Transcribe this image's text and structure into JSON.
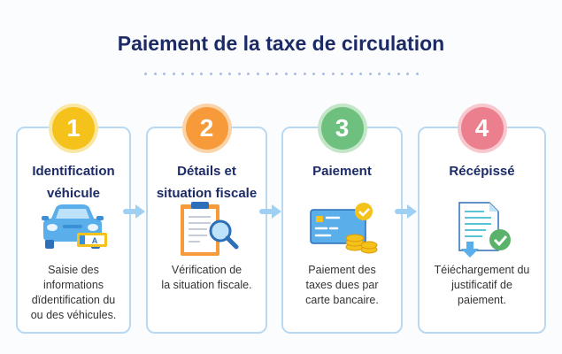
{
  "title": "Paiement de la taxe de circulation",
  "steps": [
    {
      "number": "1",
      "title_lines": [
        "Identification",
        "véhicule"
      ],
      "desc_lines": [
        "Saisie des",
        "informations",
        "dïdentification du",
        "ou des véhicules."
      ],
      "color": "#f4c21a",
      "icon": "car-plate-icon"
    },
    {
      "number": "2",
      "title_lines": [
        "Détails et",
        "situation fiscale"
      ],
      "desc_lines": [
        "Vérification de",
        "la situation fiscale."
      ],
      "color": "#f79a3a",
      "icon": "clipboard-search-icon"
    },
    {
      "number": "3",
      "title_lines": [
        "Paiement"
      ],
      "desc_lines": [
        "Paiement des",
        "taxes dues par",
        "carte bancaire."
      ],
      "color": "#6dc07e",
      "icon": "credit-card-coins-icon"
    },
    {
      "number": "4",
      "title_lines": [
        "Récépissé"
      ],
      "desc_lines": [
        "Téiéchargement du",
        "justificatif de",
        "paiement."
      ],
      "color": "#ec7f8d",
      "icon": "document-download-check-icon"
    }
  ]
}
